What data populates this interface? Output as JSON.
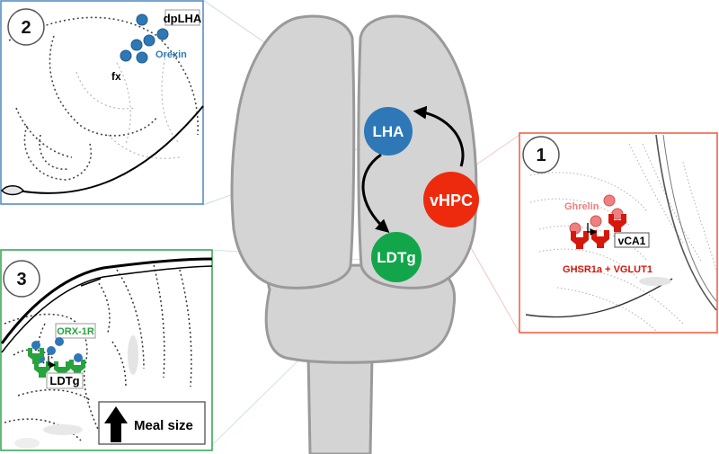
{
  "colors": {
    "brain_fill": "#d4d4d4",
    "brain_stroke": "#9a9a9a",
    "lha": "#2e78b7",
    "vhpc": "#ee2a0e",
    "ldtg": "#13a54a",
    "panel1_border": "#ee5b3a",
    "panel2_border": "#4d86bf",
    "panel3_border": "#2fa24f",
    "ghrelin": "#f07f7f",
    "receptor_red": "#d5180b",
    "receptor_green": "#27a33e",
    "orexin_dot": "#2e78b7"
  },
  "brain": {
    "nodes": {
      "lha": "LHA",
      "vhpc": "vHPC",
      "ldtg": "LDTg"
    }
  },
  "panel1": {
    "number": "1",
    "ligand_label": "Ghrelin",
    "region_label": "vCA1",
    "receptor_label": "GHSR1a + VGLUT1"
  },
  "panel2": {
    "number": "2",
    "region_label": "dpLHA",
    "ligand_label": "Orexin",
    "tract_label": "fx"
  },
  "panel3": {
    "number": "3",
    "receptor_label": "ORX-1R",
    "region_label": "LDTg",
    "outcome_label": "Meal size",
    "outcome_icon": "up-arrow-icon"
  }
}
